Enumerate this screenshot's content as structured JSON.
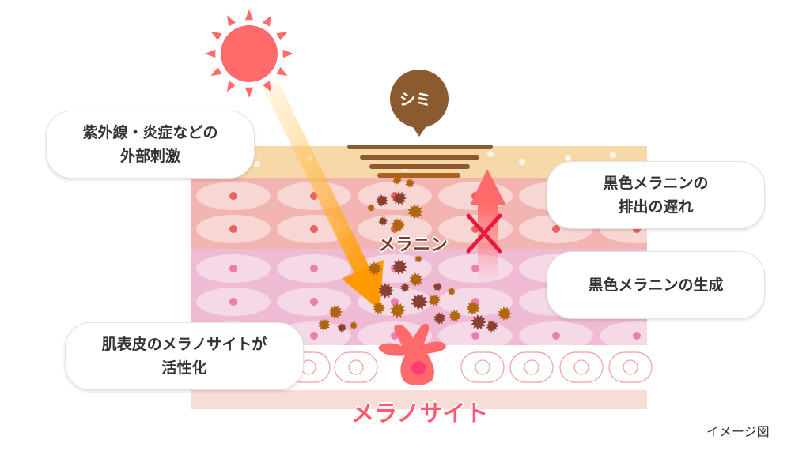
{
  "labels": {
    "spot": "シミ",
    "melanin": "メラニン",
    "melanocyte": "メラノサイト",
    "image_note": "イメージ図"
  },
  "callouts": {
    "external": [
      "紫外線・炎症などの",
      "外部刺激"
    ],
    "activation": [
      "肌表皮のメラノサイトが",
      "活性化"
    ],
    "delay": [
      "黒色メラニンの",
      "排出の遅れ"
    ],
    "production": [
      "黒色メラニンの生成"
    ]
  },
  "colors": {
    "sun": "#ff6b6b",
    "spot": "#8b5a2f",
    "melanocyte": "#ff6b6b",
    "melanocyte_label": "#ff5a6e",
    "arrow_uv": "#ff9a00",
    "cross": "#e8193c"
  }
}
